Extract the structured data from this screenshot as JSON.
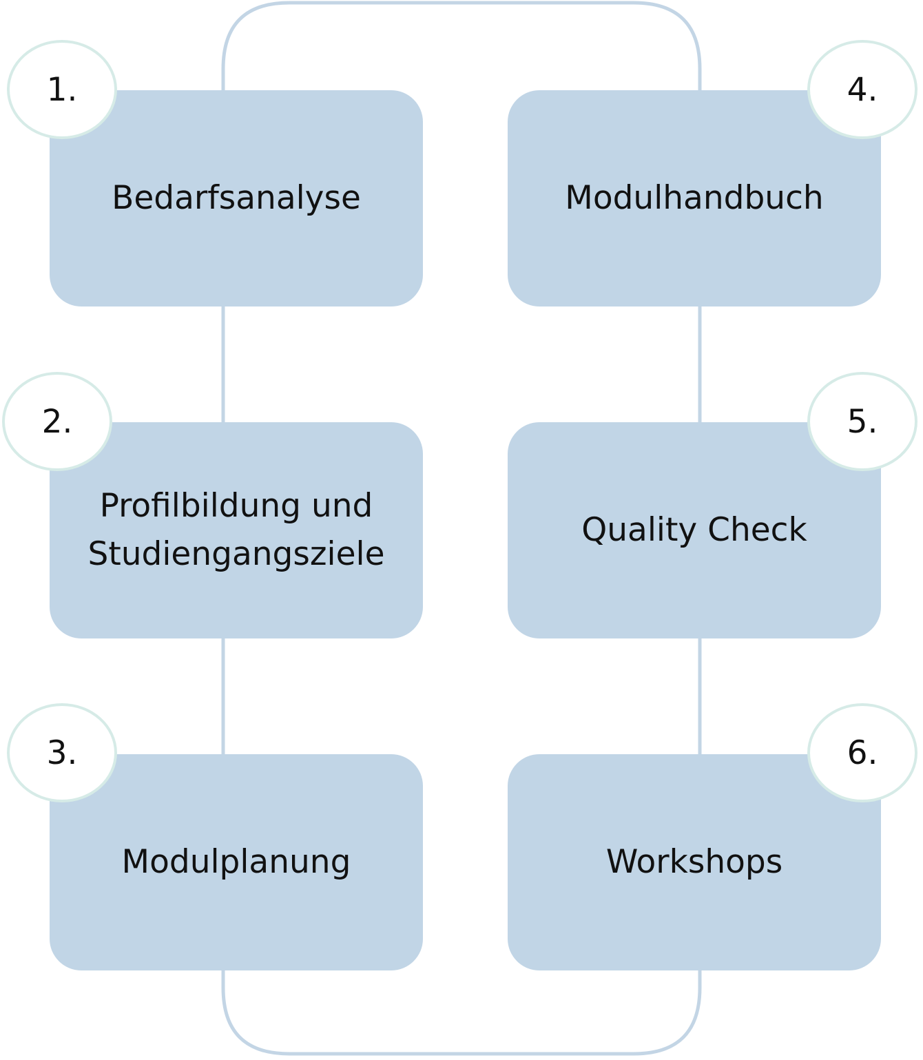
{
  "diagram": {
    "colors": {
      "box_fill": "#c1d5e6",
      "connector": "#c3d5e5",
      "badge_border": "#d6ebe7",
      "text": "#111111"
    },
    "steps": [
      {
        "number": "1.",
        "label": "Bedarfsanalyse"
      },
      {
        "number": "2.",
        "label": "Profilbildung und\nStudiengangsziele"
      },
      {
        "number": "3.",
        "label": "Modulplanung"
      },
      {
        "number": "4.",
        "label": "Modulhandbuch"
      },
      {
        "number": "5.",
        "label": "Quality Check"
      },
      {
        "number": "6.",
        "label": "Workshops"
      }
    ]
  }
}
